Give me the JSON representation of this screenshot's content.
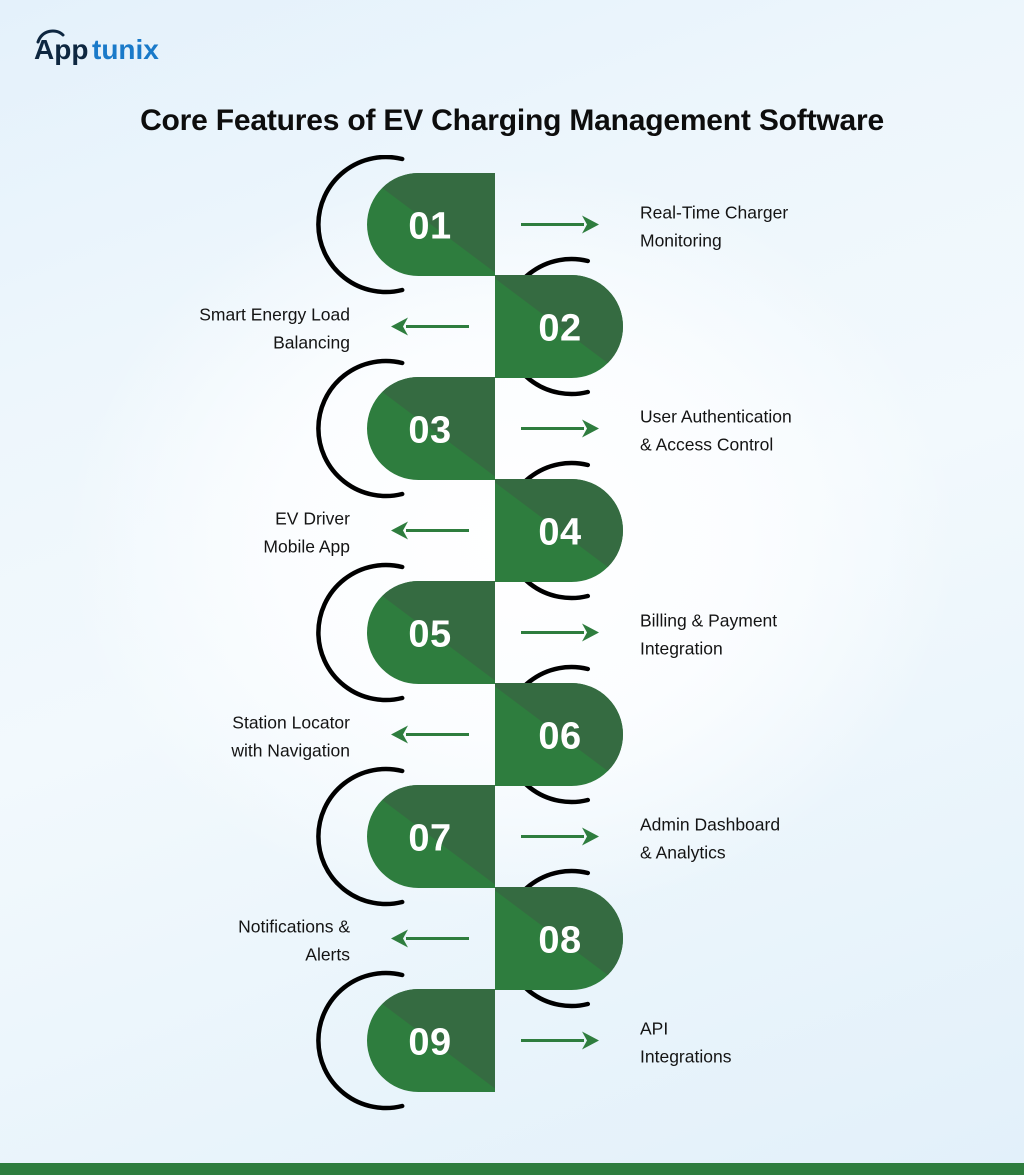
{
  "brand": {
    "name_dark": "App",
    "name_light": "tunix",
    "color_dark": "#0e2740",
    "color_light": "#1a7ac9"
  },
  "header": {
    "title": "Core Features of EV Charging Management Software"
  },
  "theme": {
    "green_light": "#2e7d3e",
    "green_dark": "#356b41",
    "arc_color": "#000000",
    "arrow_color": "#2e7d3e",
    "text_color": "#141414",
    "bottom_bar": "#2e7d3e"
  },
  "steps": [
    {
      "number": "01",
      "side": "left",
      "label_line1": "Real-Time Charger",
      "label_line2": "Monitoring",
      "arrow": "arrow-right"
    },
    {
      "number": "02",
      "side": "right",
      "label_line1": "Smart Energy Load",
      "label_line2": "Balancing",
      "arrow": "arrow-left"
    },
    {
      "number": "03",
      "side": "left",
      "label_line1": "User Authentication",
      "label_line2": "& Access Control",
      "arrow": "arrow-right"
    },
    {
      "number": "04",
      "side": "right",
      "label_line1": "EV Driver",
      "label_line2": "Mobile App",
      "arrow": "arrow-left"
    },
    {
      "number": "05",
      "side": "left",
      "label_line1": "Billing & Payment",
      "label_line2": "Integration",
      "arrow": "arrow-right"
    },
    {
      "number": "06",
      "side": "right",
      "label_line1": "Station Locator",
      "label_line2": "with Navigation",
      "arrow": "arrow-left"
    },
    {
      "number": "07",
      "side": "left",
      "label_line1": "Admin Dashboard",
      "label_line2": "& Analytics",
      "arrow": "arrow-right"
    },
    {
      "number": "08",
      "side": "right",
      "label_line1": "Notifications &",
      "label_line2": "Alerts",
      "arrow": "arrow-left"
    },
    {
      "number": "09",
      "side": "left",
      "label_line1": "API",
      "label_line2": "Integrations",
      "arrow": "arrow-right"
    }
  ]
}
